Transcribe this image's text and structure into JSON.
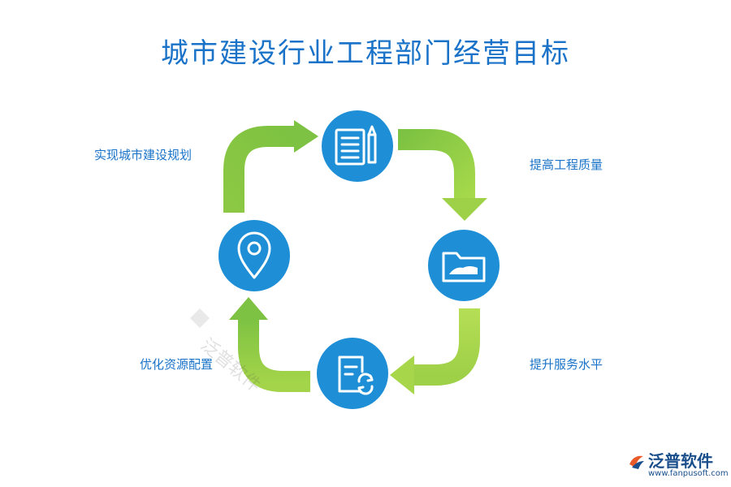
{
  "title": "城市建设行业工程部门经营目标",
  "steps": [
    {
      "label": "实现城市建设规划",
      "icon": "document-pencil-icon"
    },
    {
      "label": "提高工程质量",
      "icon": "folder-icon"
    },
    {
      "label": "提升服务水平",
      "icon": "document-refresh-icon"
    },
    {
      "label": "优化资源配置",
      "icon": "location-pin-icon"
    }
  ],
  "brand": {
    "name": "泛普软件",
    "url": "www.fanpusoft.com"
  },
  "watermark": {
    "text": "泛普软件"
  },
  "colors": {
    "circle": "#1e8fd6",
    "arrow_light": "#a8d64a",
    "arrow_dark": "#7dc242",
    "text": "#1a73c8"
  }
}
